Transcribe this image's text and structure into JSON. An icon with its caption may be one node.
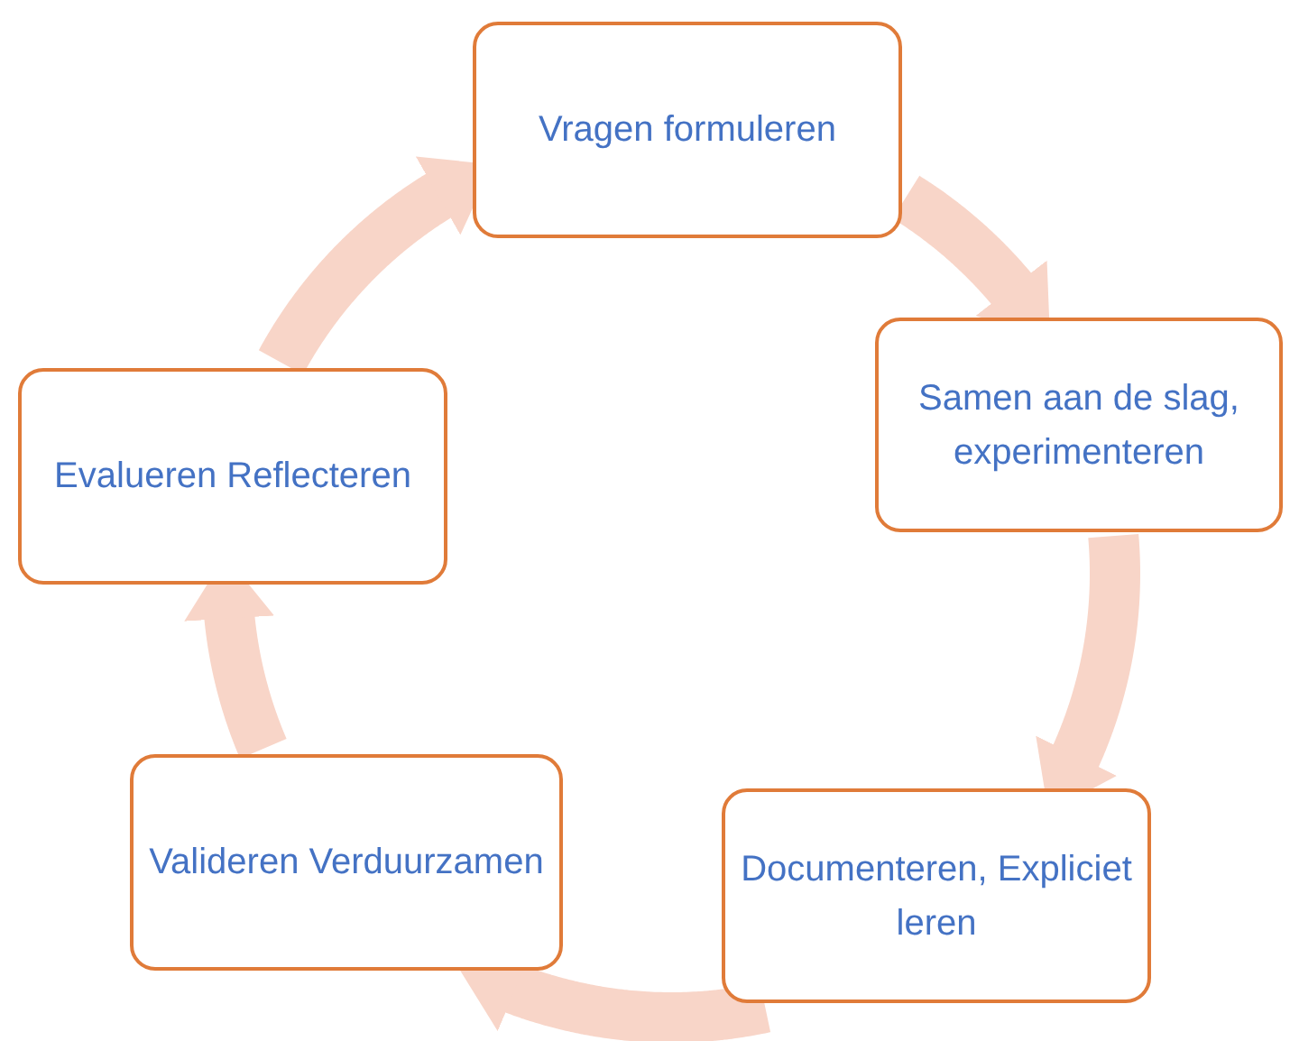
{
  "diagram": {
    "nodes": [
      {
        "text": [
          "Vragen formuleren"
        ]
      },
      {
        "text": [
          "Samen aan de slag, experimenteren"
        ]
      },
      {
        "text": [
          "Documenteren, Expliciet leren"
        ]
      },
      {
        "text": [
          "Valideren Verduurzamen"
        ]
      },
      {
        "text": [
          "Evalueren Reflecteren"
        ]
      }
    ],
    "edges": [
      {
        "from": 0,
        "to": 1,
        "arrow": "to"
      },
      {
        "from": 1,
        "to": 2,
        "arrow": "to"
      },
      {
        "from": 2,
        "to": 3,
        "arrow": "to"
      },
      {
        "from": 3,
        "to": 4,
        "arrow": "to"
      },
      {
        "from": 4,
        "to": 0,
        "arrow": "to"
      }
    ]
  }
}
